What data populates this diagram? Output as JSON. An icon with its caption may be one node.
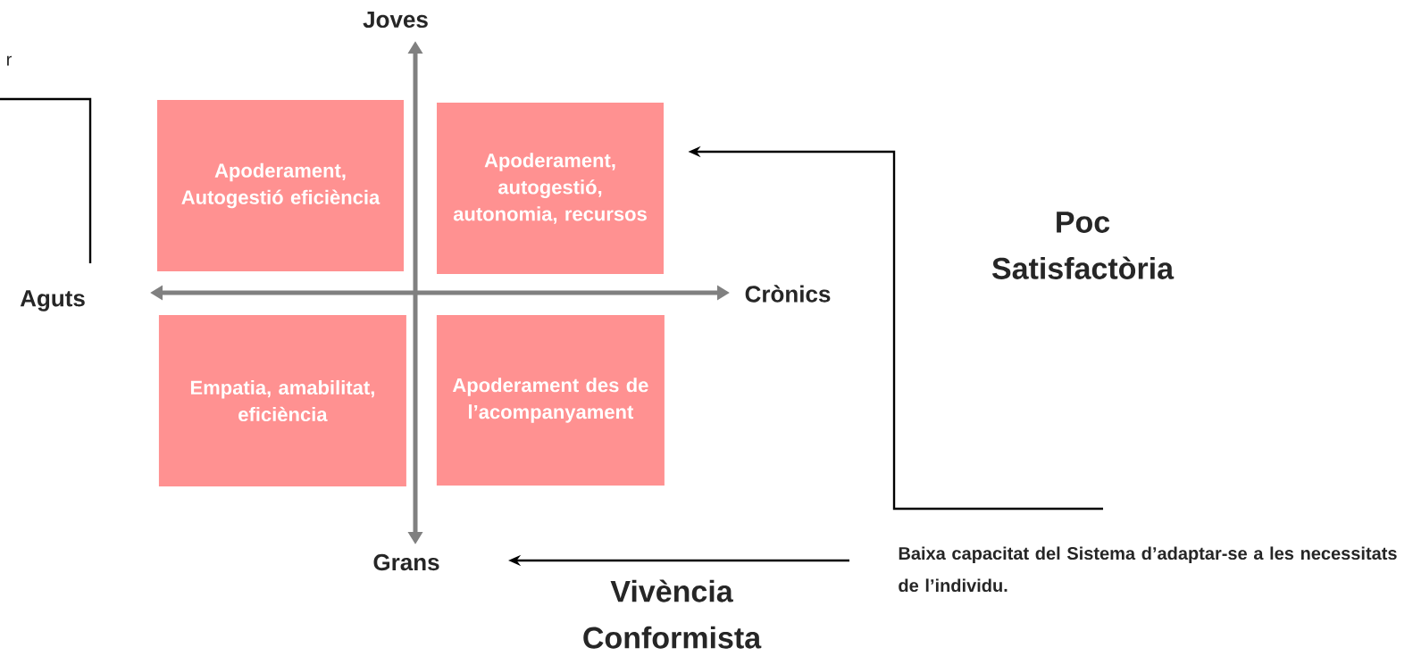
{
  "diagram": {
    "nodes": [
      {
        "text": [
          "Apoderament, Autogestió eficiència"
        ]
      },
      {
        "text": [
          "Apoderament, autogestió, autonomia, recursos"
        ]
      },
      {
        "text": [
          "Empatia, amabilitat, eficiència"
        ]
      },
      {
        "text": [
          "Apoderament des de l’acompanyament"
        ]
      },
      {
        "text": [
          "Grans"
        ]
      },
      {
        "text": [
          "Baixa capacitat del Sistema d’adaptar-se a les necessitats de l’individu."
        ]
      }
    ],
    "edges": [
      {
        "from": null,
        "to": 1,
        "arrow": "to"
      },
      {
        "from": 5,
        "to": 4,
        "arrow": "to"
      }
    ],
    "labels": [
      "r",
      "Joves",
      "Aguts",
      "Crònics",
      "Poc Satisfactòria",
      "Vivència Conformista"
    ]
  }
}
